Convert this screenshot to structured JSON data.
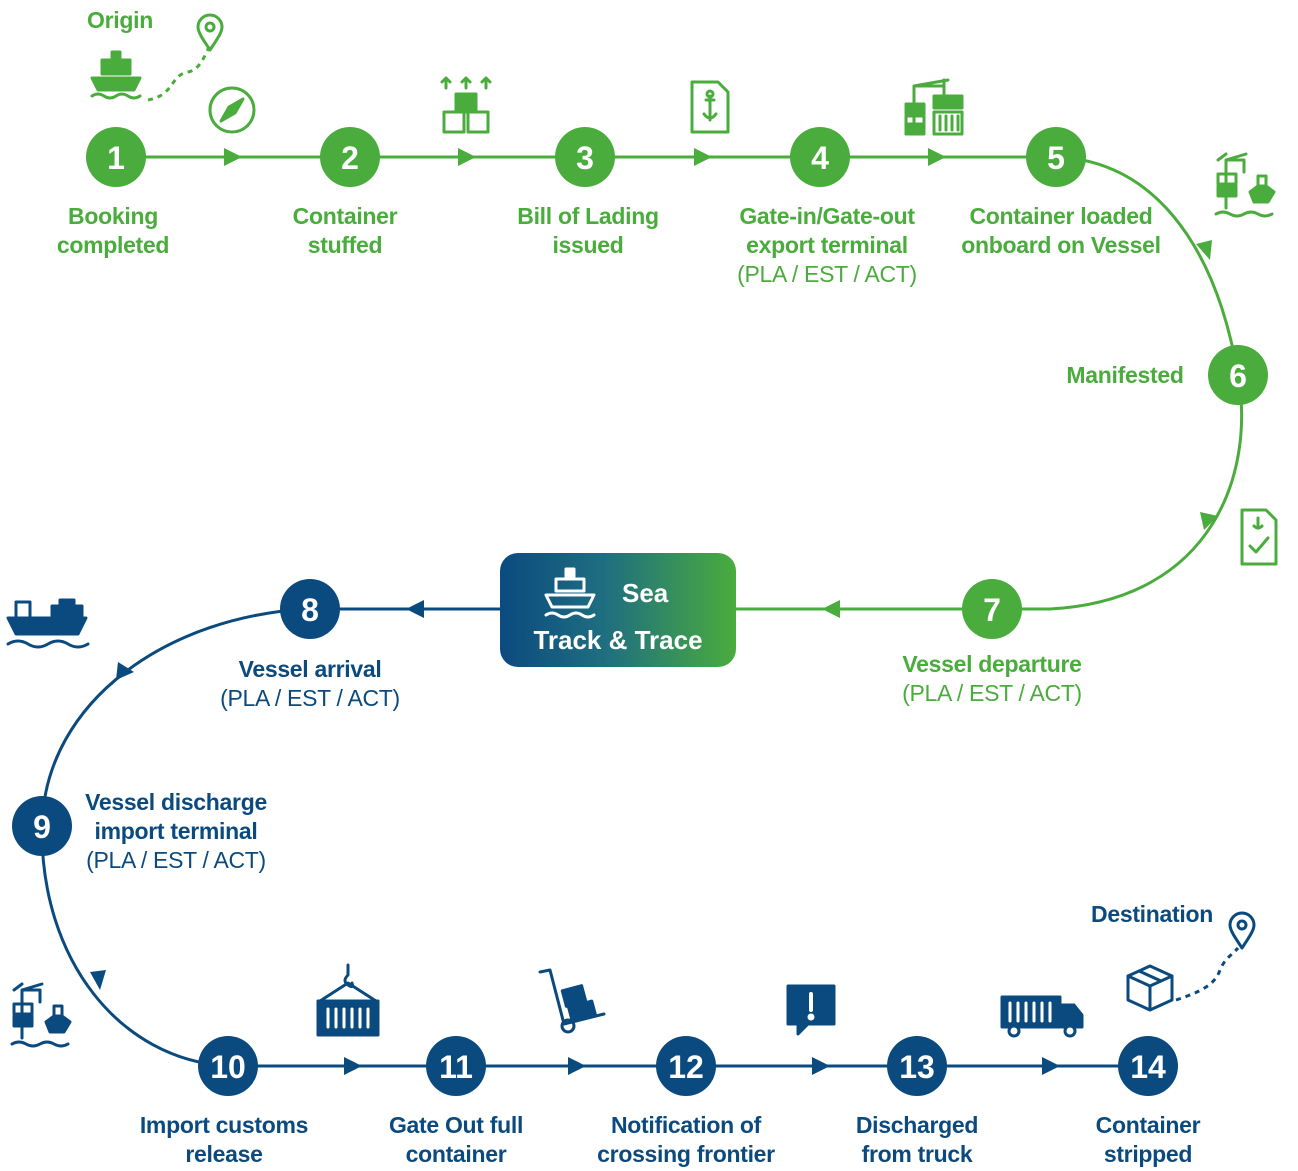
{
  "origin_label": "Origin",
  "destination_label": "Destination",
  "hub": {
    "line1": "Sea",
    "line2": "Track & Trace"
  },
  "steps": [
    {
      "num": "1",
      "lines": [
        "Booking",
        "completed"
      ],
      "sub": ""
    },
    {
      "num": "2",
      "lines": [
        "Container",
        "stuffed"
      ],
      "sub": ""
    },
    {
      "num": "3",
      "lines": [
        "Bill of Lading",
        "issued"
      ],
      "sub": ""
    },
    {
      "num": "4",
      "lines": [
        "Gate-in/Gate-out",
        "export terminal"
      ],
      "sub": "(PLA / EST / ACT)"
    },
    {
      "num": "5",
      "lines": [
        "Container loaded",
        "onboard on Vessel"
      ],
      "sub": ""
    },
    {
      "num": "6",
      "lines": [
        "Manifested"
      ],
      "sub": ""
    },
    {
      "num": "7",
      "lines": [
        "Vessel departure"
      ],
      "sub": "(PLA / EST / ACT)"
    },
    {
      "num": "8",
      "lines": [
        "Vessel arrival"
      ],
      "sub": "(PLA / EST / ACT)"
    },
    {
      "num": "9",
      "lines": [
        "Vessel discharge",
        "import terminal"
      ],
      "sub": "(PLA / EST / ACT)"
    },
    {
      "num": "10",
      "lines": [
        "Import customs",
        "release"
      ],
      "sub": ""
    },
    {
      "num": "11",
      "lines": [
        "Gate Out full",
        "container"
      ],
      "sub": ""
    },
    {
      "num": "12",
      "lines": [
        "Notification of",
        "crossing frontier"
      ],
      "sub": ""
    },
    {
      "num": "13",
      "lines": [
        "Discharged",
        "from truck"
      ],
      "sub": ""
    },
    {
      "num": "14",
      "lines": [
        "Container",
        "stripped"
      ],
      "sub": ""
    }
  ],
  "colors": {
    "green": "#4aac3c",
    "blue": "#0b4a7f"
  },
  "icons": [
    "ship-icon",
    "location-pin-icon",
    "compass-icon",
    "boxes-up-icon",
    "anchor-document-icon",
    "terminal-crane-icon",
    "port-crane-ship-icon",
    "document-check-icon",
    "cargo-ship-icon",
    "container-hook-icon",
    "hand-truck-icon",
    "alert-message-icon",
    "truck-icon",
    "package-icon"
  ]
}
